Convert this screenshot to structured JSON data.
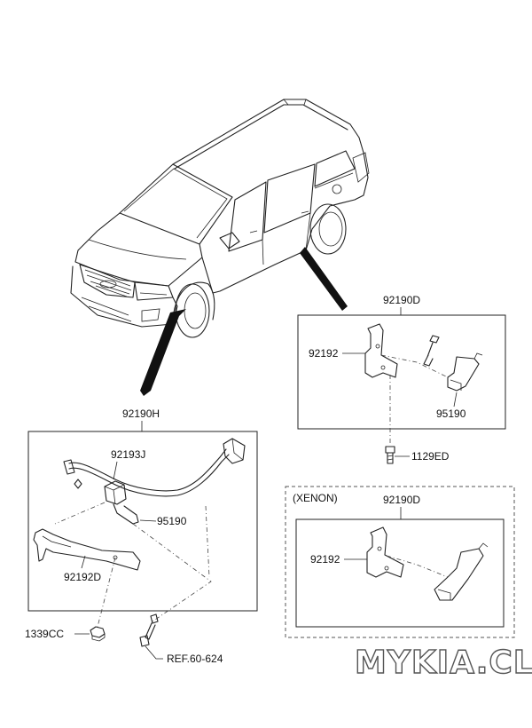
{
  "labels": {
    "assy_rear": "92190D",
    "bracket_rear": "92192",
    "sensor_rear": "95190",
    "bolt": "1129ED",
    "xenon_title": "(XENON)",
    "assy_xenon": "92190D",
    "bracket_xenon": "92192",
    "assy_front": "92190H",
    "harness_front": "92193J",
    "sensor_front": "95190",
    "bracket_front": "92192D",
    "nut": "1339CC",
    "reference": "REF.60-624"
  },
  "watermark": "MYKIA.CLUB",
  "colors": {
    "line": "#222222",
    "background": "#ffffff"
  }
}
